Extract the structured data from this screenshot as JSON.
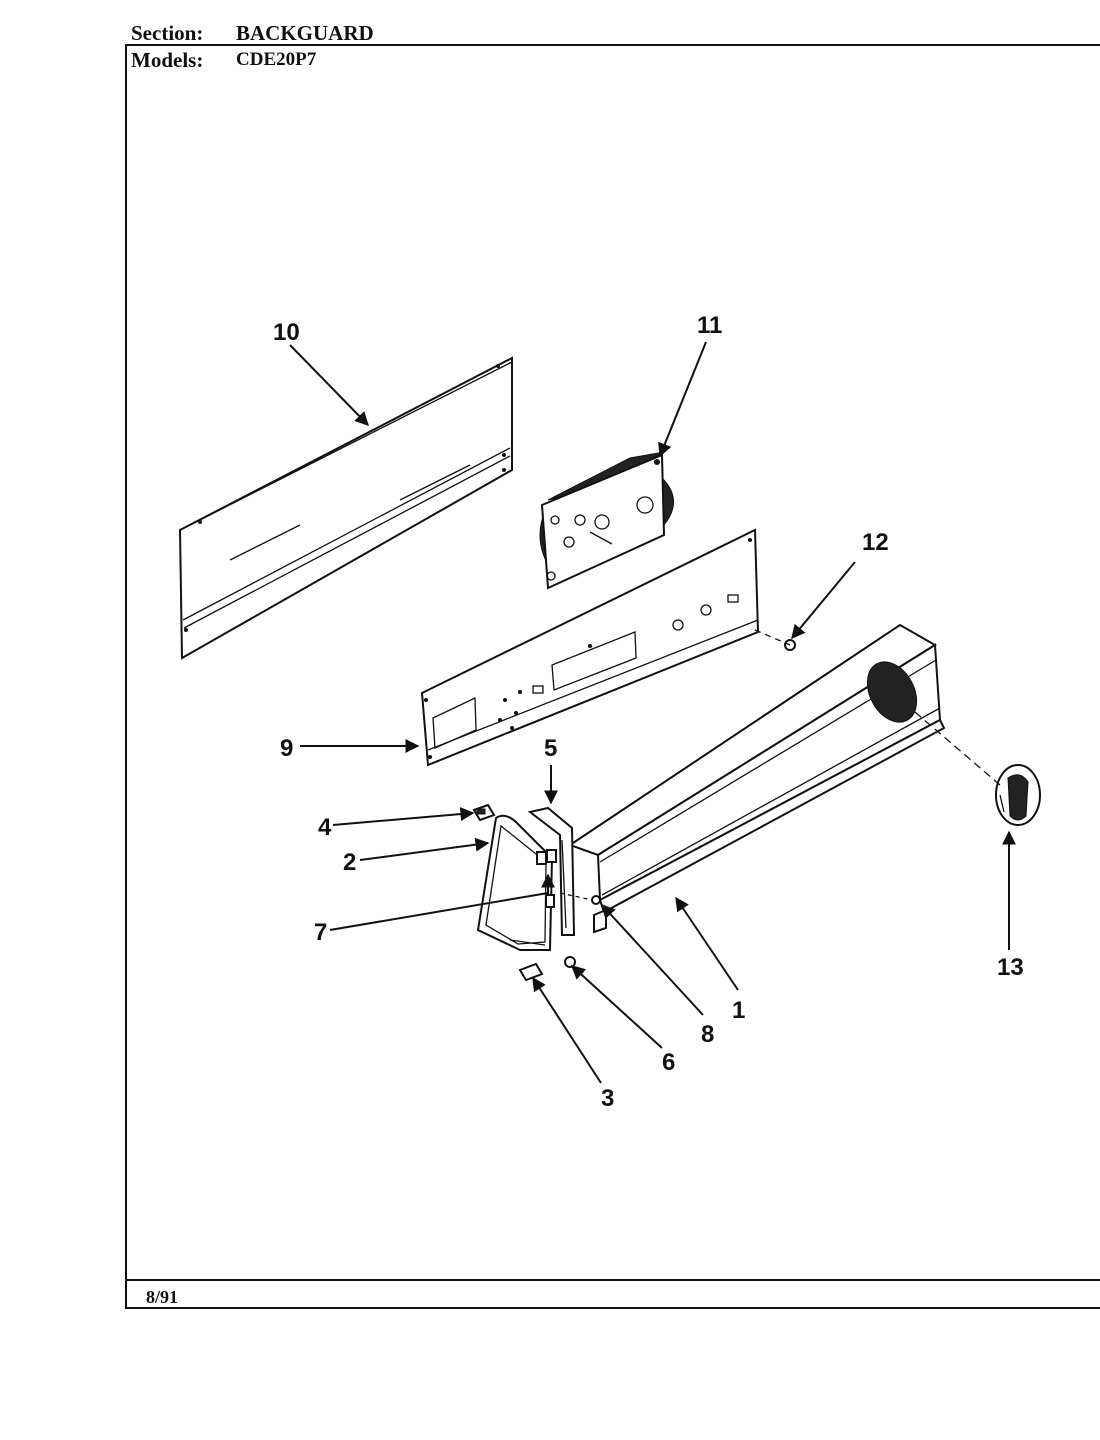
{
  "header": {
    "section_label": "Section:",
    "section_value": "BACKGUARD",
    "models_label": "Models:",
    "models_value": "CDE20P7"
  },
  "footer": {
    "date": "8/91"
  },
  "callouts": {
    "c1": "1",
    "c2": "2",
    "c3": "3",
    "c4": "4",
    "c5": "5",
    "c6": "6",
    "c7": "7",
    "c8": "8",
    "c9": "9",
    "c10": "10",
    "c11": "11",
    "c12": "12",
    "c13": "13"
  }
}
